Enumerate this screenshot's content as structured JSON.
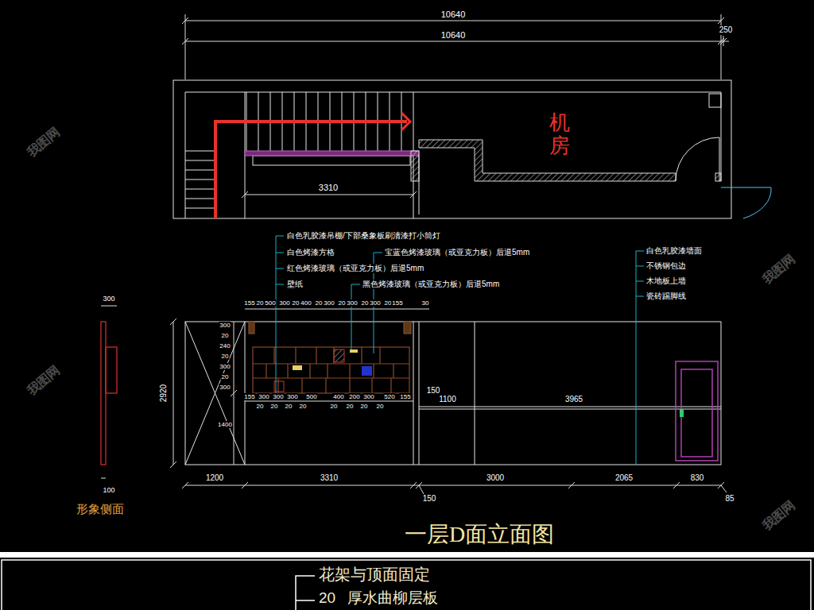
{
  "diagram": {
    "title": "一层D面立面图",
    "labels": [
      "10640",
      "10640",
      "250",
      "机房",
      "3310",
      "白色乳胶漆吊棚/下部桑象板刷清漆打小筒灯",
      "白色烤漆方格",
      "宝蓝色烤漆玻璃（或亚克力板）后退5mm",
      "红色烤漆玻璃（或亚克力板）后退5mm",
      "壁纸",
      "黑色烤漆玻璃（或亚克力板）后退5mm",
      "白色乳胶漆墙面",
      "不锈钢包边",
      "木地板上墙",
      "瓷砖踢脚线",
      "155",
      "20",
      "500",
      "300",
      "20",
      "400",
      "20",
      "300",
      "20",
      "300",
      "20",
      "300",
      "20",
      "155",
      "30",
      "155",
      "300",
      "300",
      "300",
      "500",
      "400",
      "200",
      "300",
      "520",
      "155",
      "20",
      "20",
      "20",
      "20",
      "20",
      "20",
      "20",
      "20",
      "150",
      "1100",
      "3965",
      "300",
      "20",
      "240",
      "20",
      "300",
      "20",
      "300",
      "1400",
      "2920",
      "300",
      "100",
      "形象侧面",
      "1200",
      "3310",
      "3000",
      "2065",
      "830",
      "150",
      "85",
      "花架与顶面固定",
      "20",
      "厚水曲柳层板",
      "我图网",
      "我图网",
      "我图网",
      "我图网"
    ]
  }
}
